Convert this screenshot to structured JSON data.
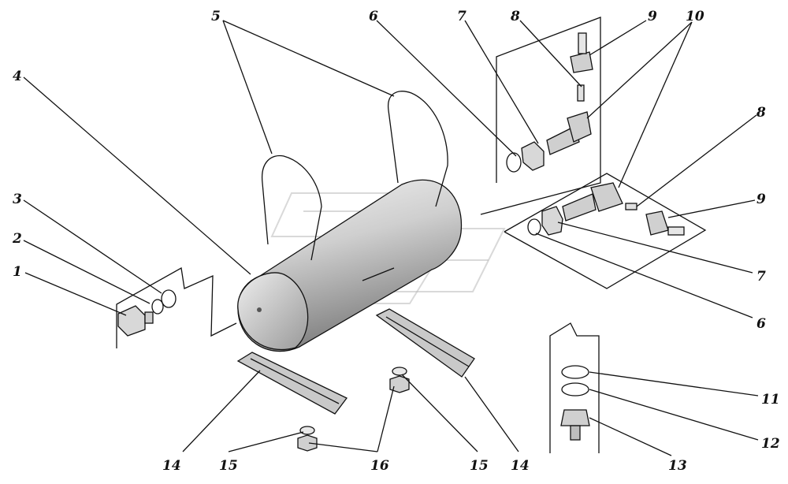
{
  "labels": {
    "l1": "1",
    "l2": "2",
    "l3": "3",
    "l4": "4",
    "l5": "5",
    "l6a": "6",
    "l7a": "7",
    "l8a": "8",
    "l9a": "9",
    "l10": "10",
    "l8b": "8",
    "l9b": "9",
    "l7b": "7",
    "l6b": "6",
    "l11": "11",
    "l12": "12",
    "l13": "13",
    "l14a": "14",
    "l15a": "15",
    "l16": "16",
    "l15b": "15",
    "l14b": "14"
  }
}
